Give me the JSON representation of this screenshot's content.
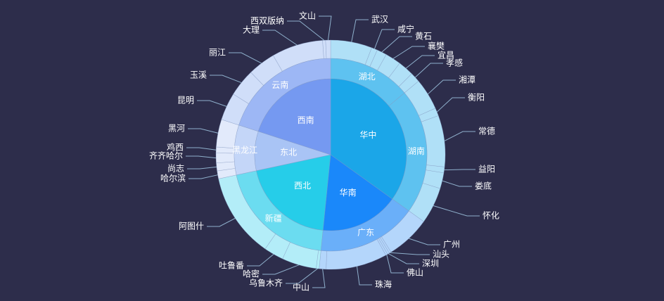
{
  "chart_data": {
    "type": "sunburst",
    "background": "#2d2d4b",
    "regions": [
      {
        "name": "华中",
        "color": "#1ba6e8",
        "provinces": [
          {
            "name": "湖北",
            "color": "#5ec2f0",
            "leafColor": "#b0e0f7",
            "cities": [
              {
                "name": "武汉",
                "value": 21
              },
              {
                "name": "咸宁",
                "value": 3
              },
              {
                "name": "黄石",
                "value": 5
              },
              {
                "name": "襄樊",
                "value": 8
              },
              {
                "name": "宜昌",
                "value": 8
              },
              {
                "name": "孝感",
                "value": 5
              }
            ]
          },
          {
            "name": "湖南",
            "color": "#5ec2f0",
            "leafColor": "#b0e0f7",
            "cities": [
              {
                "name": "湘潭",
                "value": 16
              },
              {
                "name": "衡阳",
                "value": 4
              },
              {
                "name": "常德",
                "value": 26
              },
              {
                "name": "益阳",
                "value": 3
              },
              {
                "name": "娄底",
                "value": 8
              },
              {
                "name": "怀化",
                "value": 18.5
              }
            ]
          }
        ]
      },
      {
        "name": "华南",
        "color": "#1a88fa",
        "provinces": [
          {
            "name": "广东",
            "color": "#6aaff9",
            "leafColor": "#b4d6fb",
            "cities": [
              {
                "name": "广州",
                "value": 22.5
              },
              {
                "name": "汕头",
                "value": 1
              },
              {
                "name": "深圳",
                "value": 1
              },
              {
                "name": "佛山",
                "value": 1
              },
              {
                "name": "珠海",
                "value": 31
              },
              {
                "name": "中山",
                "value": 3.5
              }
            ]
          }
        ]
      },
      {
        "name": "西北",
        "color": "#26cde9",
        "provinces": [
          {
            "name": "新疆",
            "color": "#6bdcf0",
            "leafColor": "#b3edf8",
            "cities": [
              {
                "name": "乌鲁木齐",
                "value": 1.5
              },
              {
                "name": "哈密",
                "value": 17.5
              },
              {
                "name": "吐鲁番",
                "value": 10
              },
              {
                "name": "阿图什",
                "value": 43
              }
            ]
          }
        ]
      },
      {
        "name": "东北",
        "color": "#a9c4f5",
        "provinces": [
          {
            "name": "黑龙江",
            "color": "#c4d6f8",
            "leafColor": "#e2eafb",
            "cities": [
              {
                "name": "哈尔滨",
                "value": 4
              },
              {
                "name": "尚志",
                "value": 4
              },
              {
                "name": "齐齐哈尔",
                "value": 5
              },
              {
                "name": "鸡西",
                "value": 3
              },
              {
                "name": "黑河",
                "value": 14
              }
            ]
          }
        ]
      },
      {
        "name": "西南",
        "color": "#7599f1",
        "provinces": [
          {
            "name": "云南",
            "color": "#9db7f5",
            "leafColor": "#d0def9",
            "cities": [
              {
                "name": "昆明",
                "value": 14
              },
              {
                "name": "玉溪",
                "value": 14
              },
              {
                "name": "丽江",
                "value": 14
              },
              {
                "name": "大理",
                "value": 26
              },
              {
                "name": "西双版纳",
                "value": 1.5
              },
              {
                "name": "文山",
                "value": 2.5
              }
            ]
          }
        ]
      }
    ]
  }
}
